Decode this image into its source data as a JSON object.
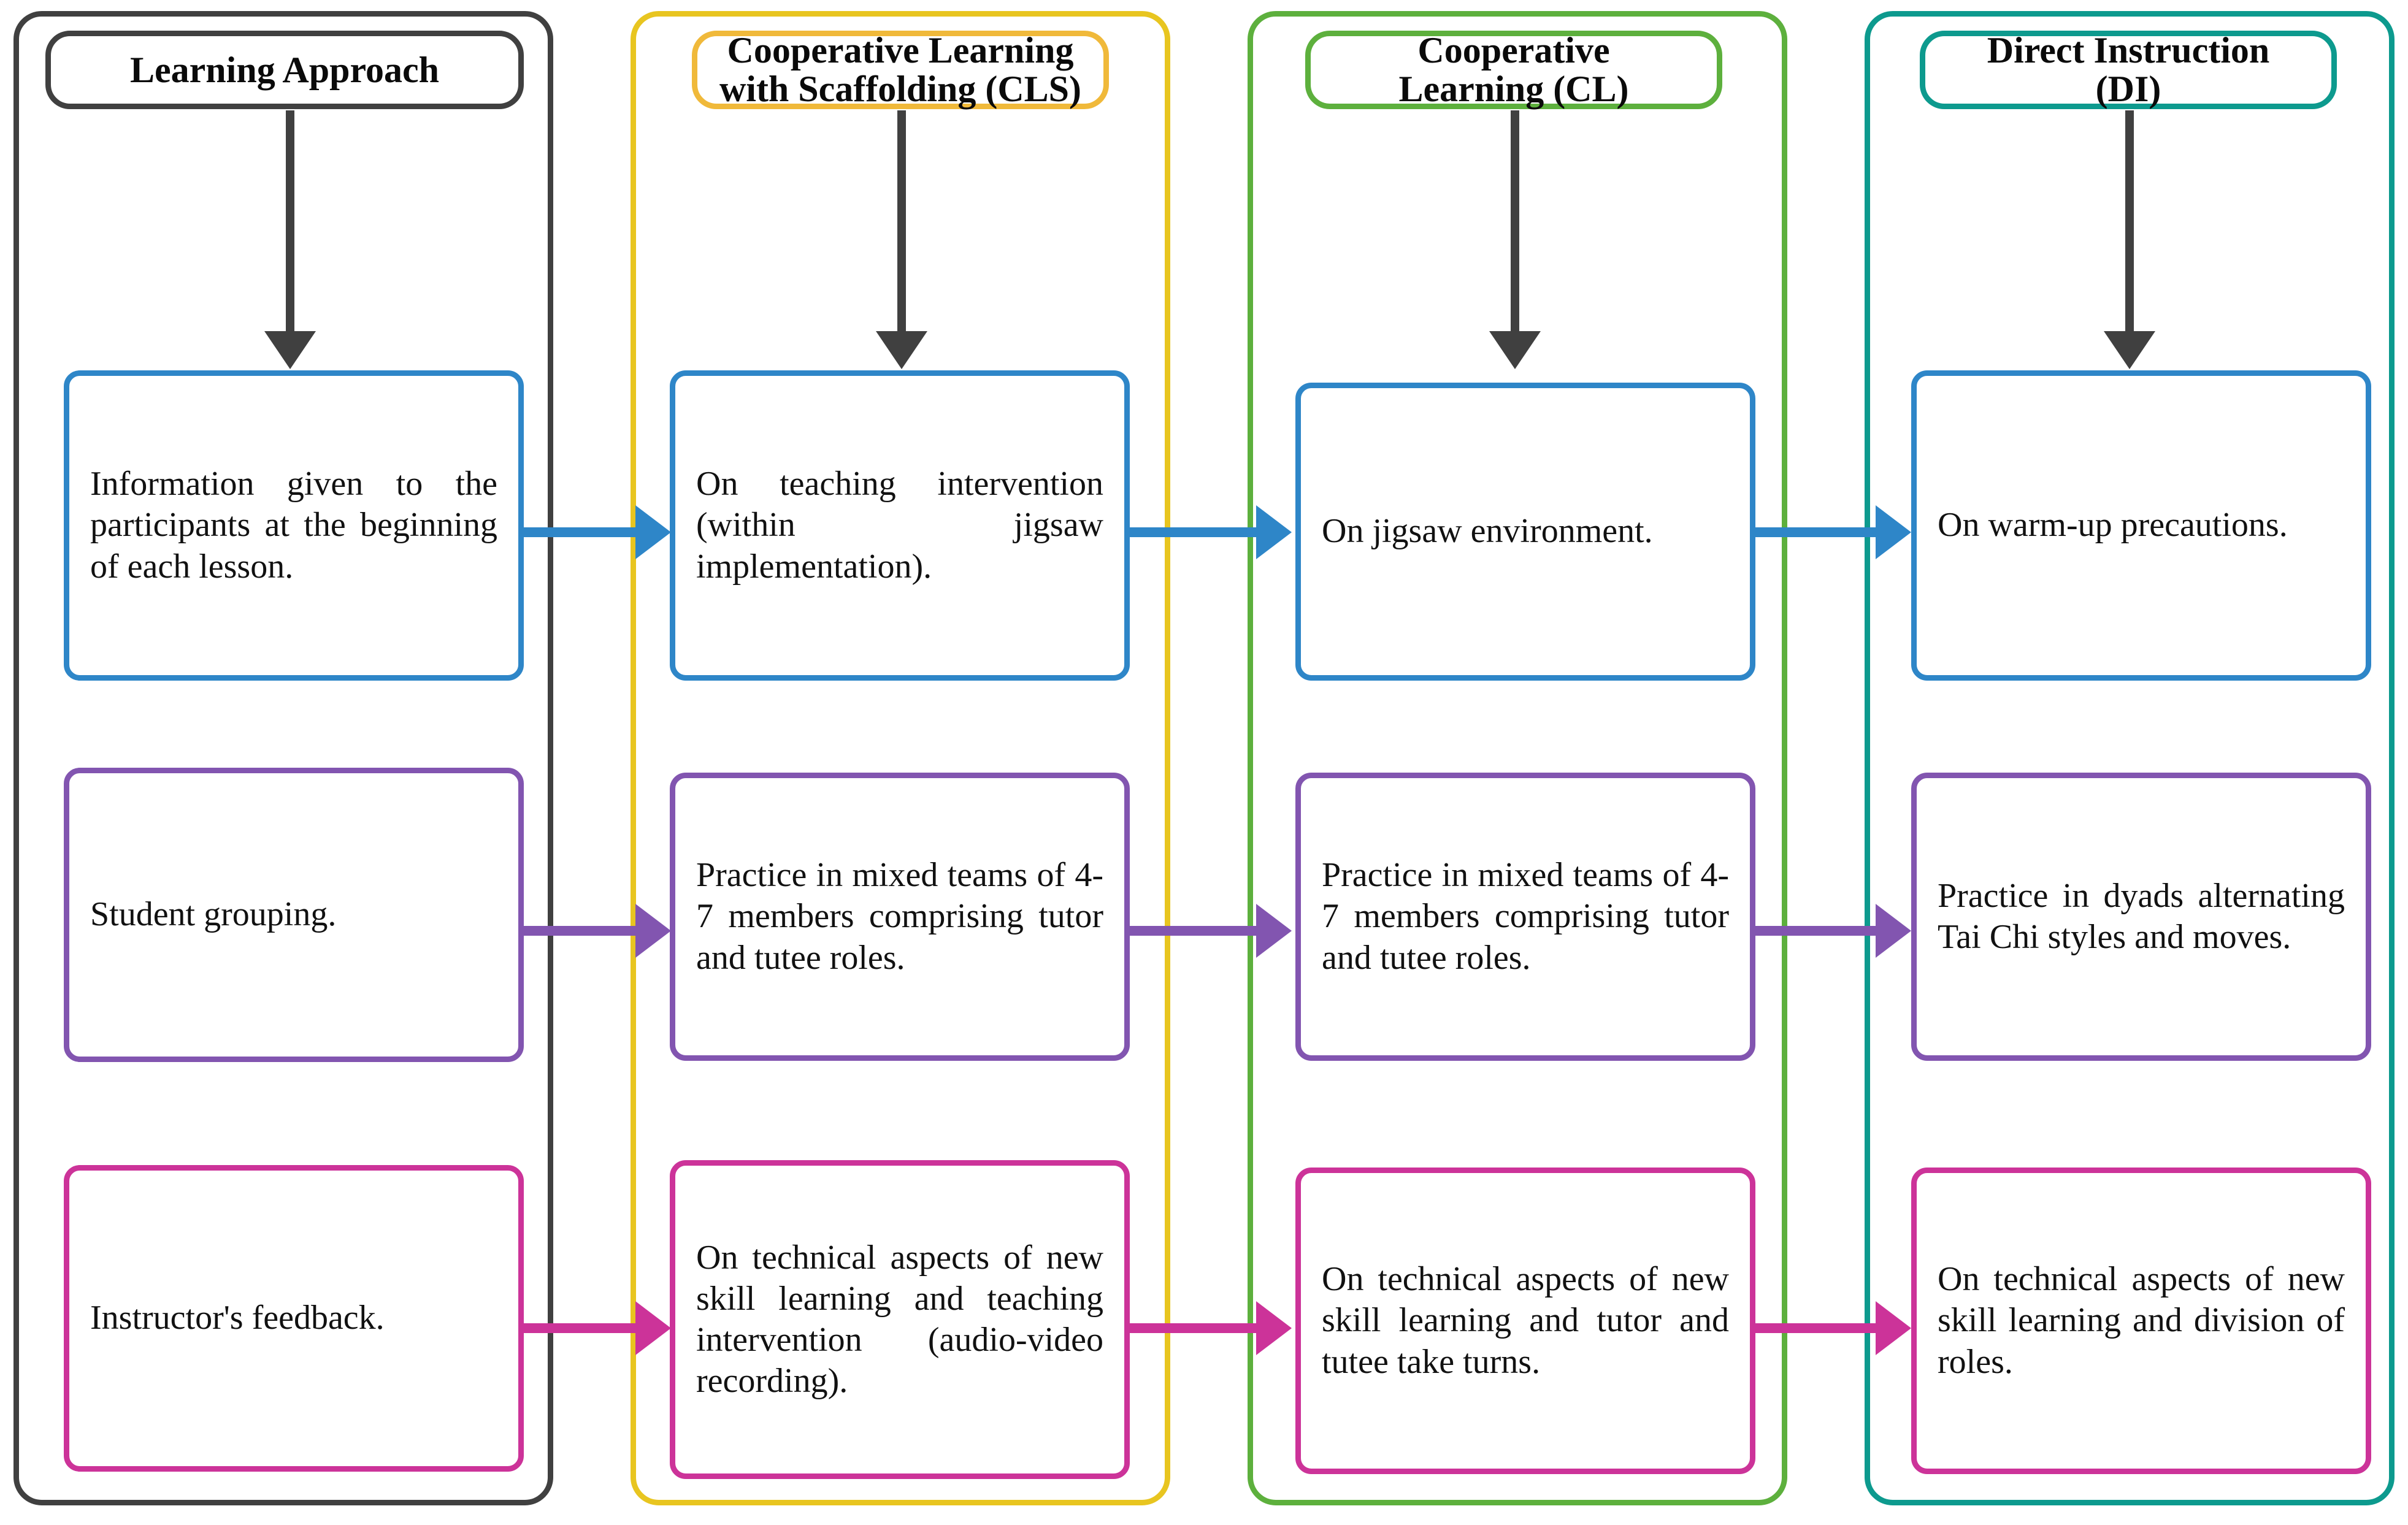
{
  "diagram": {
    "title": "Learning approach comparison across intervention conditions",
    "columns": [
      {
        "id": "col-learning-approach",
        "header": "Learning Approach",
        "frame_color": "#404040",
        "header_border_color": "#404040"
      },
      {
        "id": "col-cls",
        "header": "Cooperative Learning\nwith Scaffolding (CLS)",
        "frame_color": "#E8C520",
        "header_border_color": "#F0B93A"
      },
      {
        "id": "col-cl",
        "header": "Cooperative\nLearning (CL)",
        "frame_color": "#5DB03D",
        "header_border_color": "#5DB03D"
      },
      {
        "id": "col-di",
        "header": "Direct Instruction\n(DI)",
        "frame_color": "#0D9A8E",
        "header_border_color": "#0D9A8E"
      }
    ],
    "rows": [
      {
        "id": "row-information",
        "accent_color": "#2E86C8",
        "cells": [
          "Information given to the participants at the beginning of each lesson.",
          "On teaching intervention (within jigsaw implementation).",
          "On jigsaw environment.",
          "On warm-up precautions."
        ]
      },
      {
        "id": "row-student-grouping",
        "accent_color": "#8255B0",
        "cells": [
          "Student grouping.",
          "Practice in mixed teams of 4-7 members comprising tutor and tutee roles.",
          "Practice in mixed teams of 4-7 members comprising tutor and tutee roles.",
          "Practice in dyads alternating Tai Chi styles and moves."
        ]
      },
      {
        "id": "row-instructor-feedback",
        "accent_color": "#CC3399",
        "cells": [
          "Instructor's feedback.",
          "On technical aspects of new skill learning and teaching intervention (audio-video recording).",
          "On technical aspects of new skill learning and tutor and tutee take turns.",
          "On technical aspects of new skill learning and division of roles."
        ]
      }
    ],
    "connectors": {
      "vertical_color": "#404040",
      "vertical_count": 4,
      "horizontal_rows": [
        {
          "color": "#2E86C8",
          "count": 3
        },
        {
          "color": "#8255B0",
          "count": 3
        },
        {
          "color": "#CC3399",
          "count": 3
        }
      ]
    }
  }
}
